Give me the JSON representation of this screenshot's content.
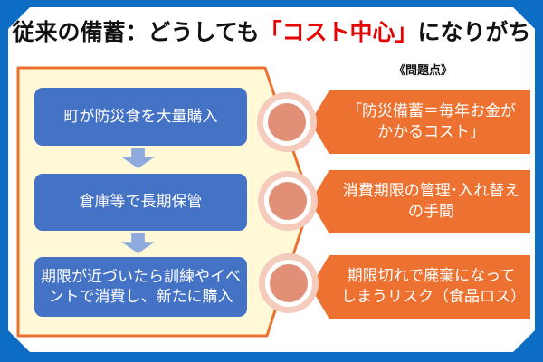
{
  "title": {
    "prefix": "従来の備蓄：どうしても",
    "highlight": "「コスト中心」",
    "suffix": "になりがち"
  },
  "problems_heading": "《問題点》",
  "process_steps": [
    {
      "label": "町が防災食を大量購入"
    },
    {
      "label": "倉庫等で長期保管"
    },
    {
      "label": "期限が近づいたら訓練やイベントで消費し、新たに購入"
    }
  ],
  "problems": [
    {
      "label": "「防災備蓄＝毎年お金がかかるコスト」"
    },
    {
      "label": "消費期限の管理･入れ替えの手間"
    },
    {
      "label": "期限切れで廃棄になってしまうリスク（食品ロス）"
    }
  ],
  "colors": {
    "frame_blue": "#0d6cc4",
    "panel_yellow": "#fff9d8",
    "panel_border_orange": "#ed7231",
    "step_blue": "#4472c4",
    "arrow_blue": "#8faadc",
    "problem_orange": "#ed7231",
    "connector_outer_pink": "#f4cbbd",
    "connector_inner_salmon": "#e28f77",
    "title_highlight_red": "#e60000"
  }
}
